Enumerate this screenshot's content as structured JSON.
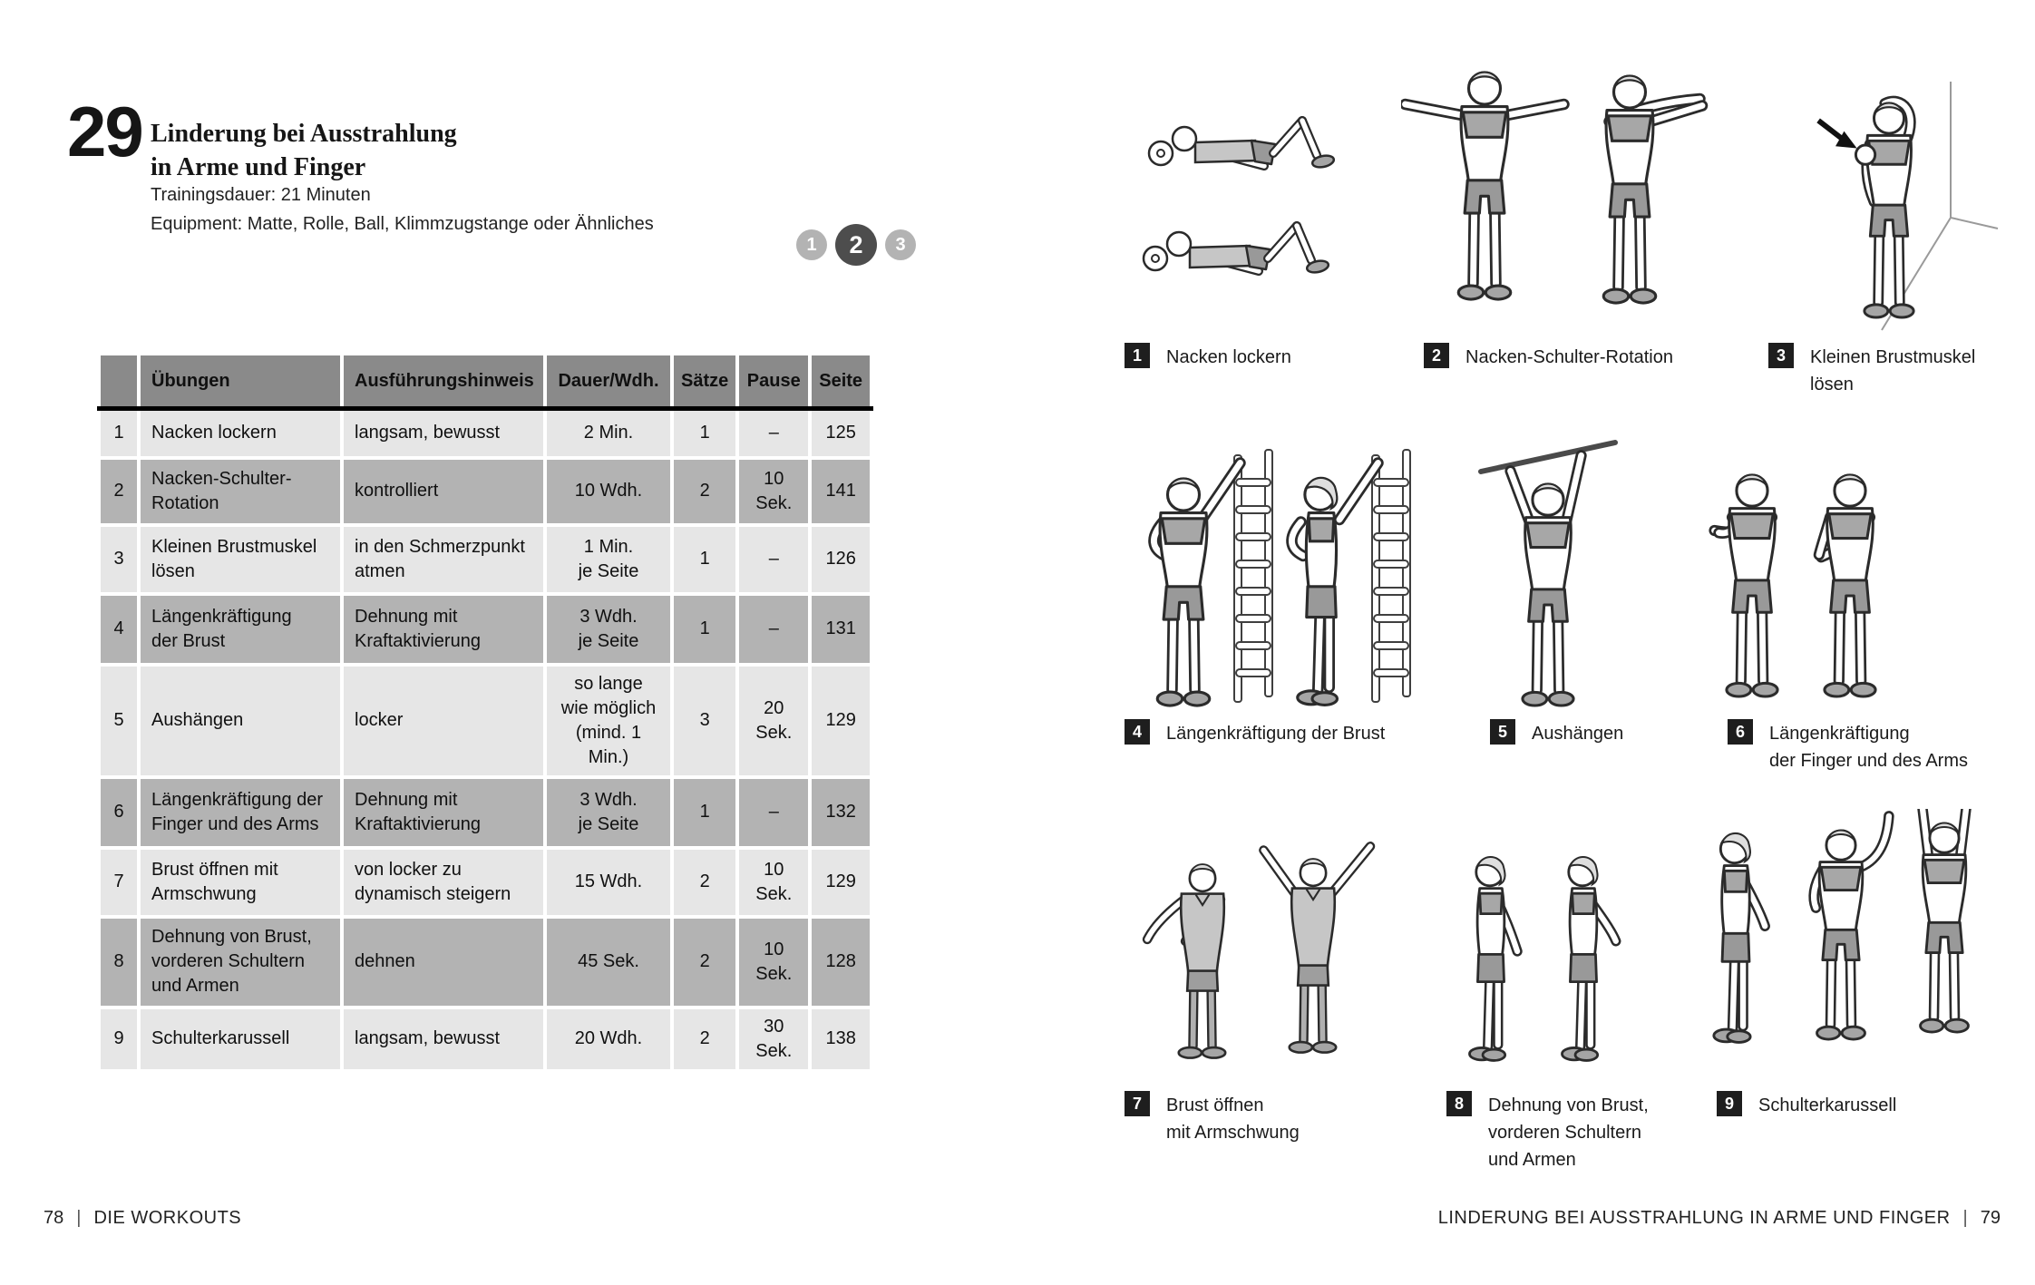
{
  "page_left": {
    "workout_number": "29",
    "title": "Linderung bei Ausstrahlung\nin Arme und Finger",
    "meta": {
      "duration": "Trainingsdauer: 21 Minuten",
      "equipment": "Equipment: Matte, Rolle, Ball, Klimmzugstange oder Ähnliches"
    },
    "levels": {
      "items": [
        "1",
        "2",
        "3"
      ],
      "active": "2"
    },
    "table": {
      "headers": [
        "",
        "Übungen",
        "Ausführungshinweis",
        "Dauer/Wdh.",
        "Sätze",
        "Pause",
        "Seite"
      ],
      "rows": [
        {
          "num": "1",
          "exercise": "Nacken lockern",
          "hint": "langsam, bewusst",
          "duration": "2 Min.",
          "sets": "1",
          "pause": "–",
          "page": "125"
        },
        {
          "num": "2",
          "exercise": "Nacken-Schulter-\nRotation",
          "hint": "kontrolliert",
          "duration": "10 Wdh.",
          "sets": "2",
          "pause": "10 Sek.",
          "page": "141"
        },
        {
          "num": "3",
          "exercise": "Kleinen Brustmuskel\nlösen",
          "hint": "in den Schmerzpunkt\natmen",
          "duration": "1 Min.\nje Seite",
          "sets": "1",
          "pause": "–",
          "page": "126"
        },
        {
          "num": "4",
          "exercise": "Längenkräftigung\nder Brust",
          "hint": "Dehnung mit\nKraftaktivierung",
          "duration": "3 Wdh.\nje Seite",
          "sets": "1",
          "pause": "–",
          "page": "131"
        },
        {
          "num": "5",
          "exercise": "Aushängen",
          "hint": "locker",
          "duration": "so lange\nwie möglich\n(mind. 1 Min.)",
          "sets": "3",
          "pause": "20 Sek.",
          "page": "129"
        },
        {
          "num": "6",
          "exercise": "Längenkräftigung der\nFinger und des Arms",
          "hint": "Dehnung mit\nKraftaktivierung",
          "duration": "3 Wdh.\nje Seite",
          "sets": "1",
          "pause": "–",
          "page": "132"
        },
        {
          "num": "7",
          "exercise": "Brust öffnen mit\nArmschwung",
          "hint": "von locker zu\ndynamisch steigern",
          "duration": "15 Wdh.",
          "sets": "2",
          "pause": "10 Sek.",
          "page": "129"
        },
        {
          "num": "8",
          "exercise": "Dehnung von Brust,\nvorderen Schultern\nund Armen",
          "hint": "dehnen",
          "duration": "45 Sek.",
          "sets": "2",
          "pause": "10 Sek.",
          "page": "128"
        },
        {
          "num": "9",
          "exercise": "Schulterkarussell",
          "hint": "langsam, bewusst",
          "duration": "20 Wdh.",
          "sets": "2",
          "pause": "30 Sek.",
          "page": "138"
        }
      ]
    },
    "footer": {
      "page_number": "78",
      "divider": "|",
      "section": "DIE WORKOUTS"
    }
  },
  "page_right": {
    "exercises": [
      {
        "num": "1",
        "label": "Nacken lockern"
      },
      {
        "num": "2",
        "label": "Nacken-Schulter-Rotation"
      },
      {
        "num": "3",
        "label": "Kleinen Brustmuskel\nlösen"
      },
      {
        "num": "4",
        "label": "Längenkräftigung der Brust"
      },
      {
        "num": "5",
        "label": "Aushängen"
      },
      {
        "num": "6",
        "label": "Längenkräftigung\nder Finger und des Arms"
      },
      {
        "num": "7",
        "label": "Brust öffnen\nmit Armschwung"
      },
      {
        "num": "8",
        "label": "Dehnung von Brust,\nvorderen Schultern\nund Armen"
      },
      {
        "num": "9",
        "label": "Schulterkarussell"
      }
    ],
    "footer": {
      "section": "LINDERUNG BEI AUSSTRAHLUNG IN ARME UND FINGER",
      "divider": "|",
      "page_number": "79"
    }
  },
  "colors": {
    "table_header_bg": "#8a8a8a",
    "row_light_bg": "#e6e6e6",
    "row_dark_bg": "#b3b3b3",
    "badge_bg": "#1e1e1e",
    "level_inactive_bg": "#b3b3b3",
    "level_active_bg": "#4d4d4d",
    "separator_line": "#000000"
  }
}
